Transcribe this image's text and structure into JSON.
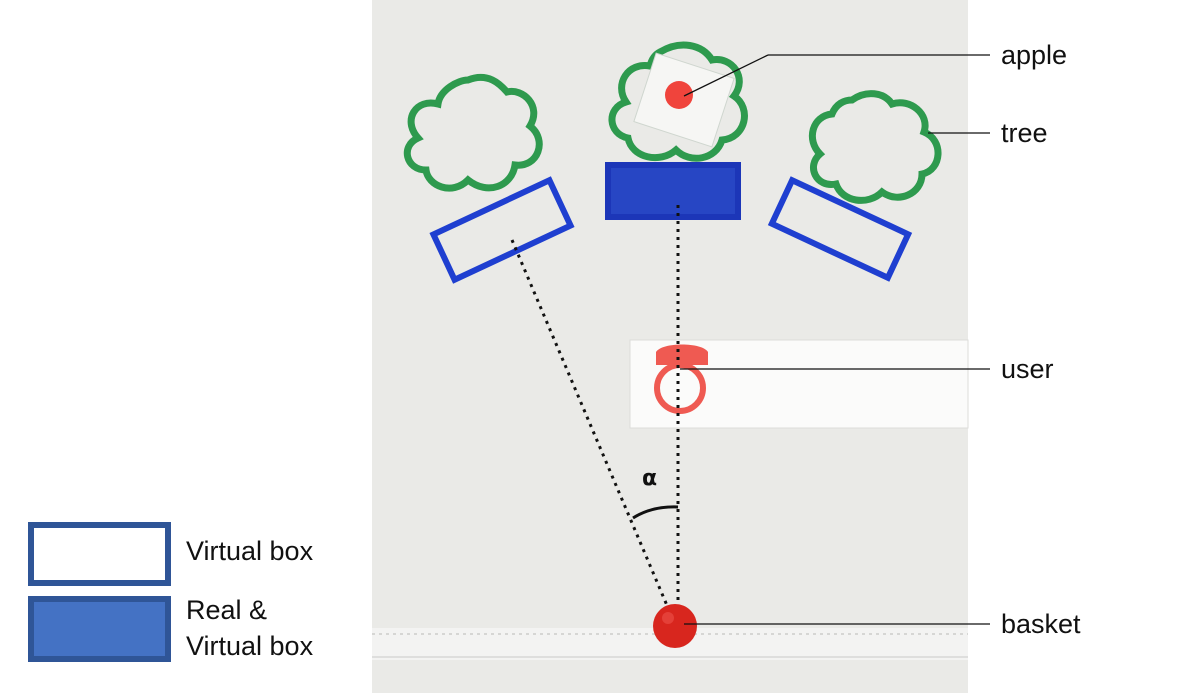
{
  "labels": {
    "apple": "apple",
    "tree": "tree",
    "user": "user",
    "basket": "basket",
    "angle": "α"
  },
  "legend": [
    {
      "text": "Virtual box",
      "style": "outline"
    },
    {
      "text": "Real & Virtual box",
      "line1": "Real &",
      "line2": "Virtual box",
      "style": "filled"
    }
  ],
  "colors": {
    "tree": "#2e9a4e",
    "box_outline": "#1f3fd0",
    "box_fill": "#2746c4",
    "apple": "#f0443c",
    "user": "#ef5a52",
    "basket": "#d8261e",
    "legend_border": "#2f5597",
    "legend_fill": "#4472c4"
  }
}
